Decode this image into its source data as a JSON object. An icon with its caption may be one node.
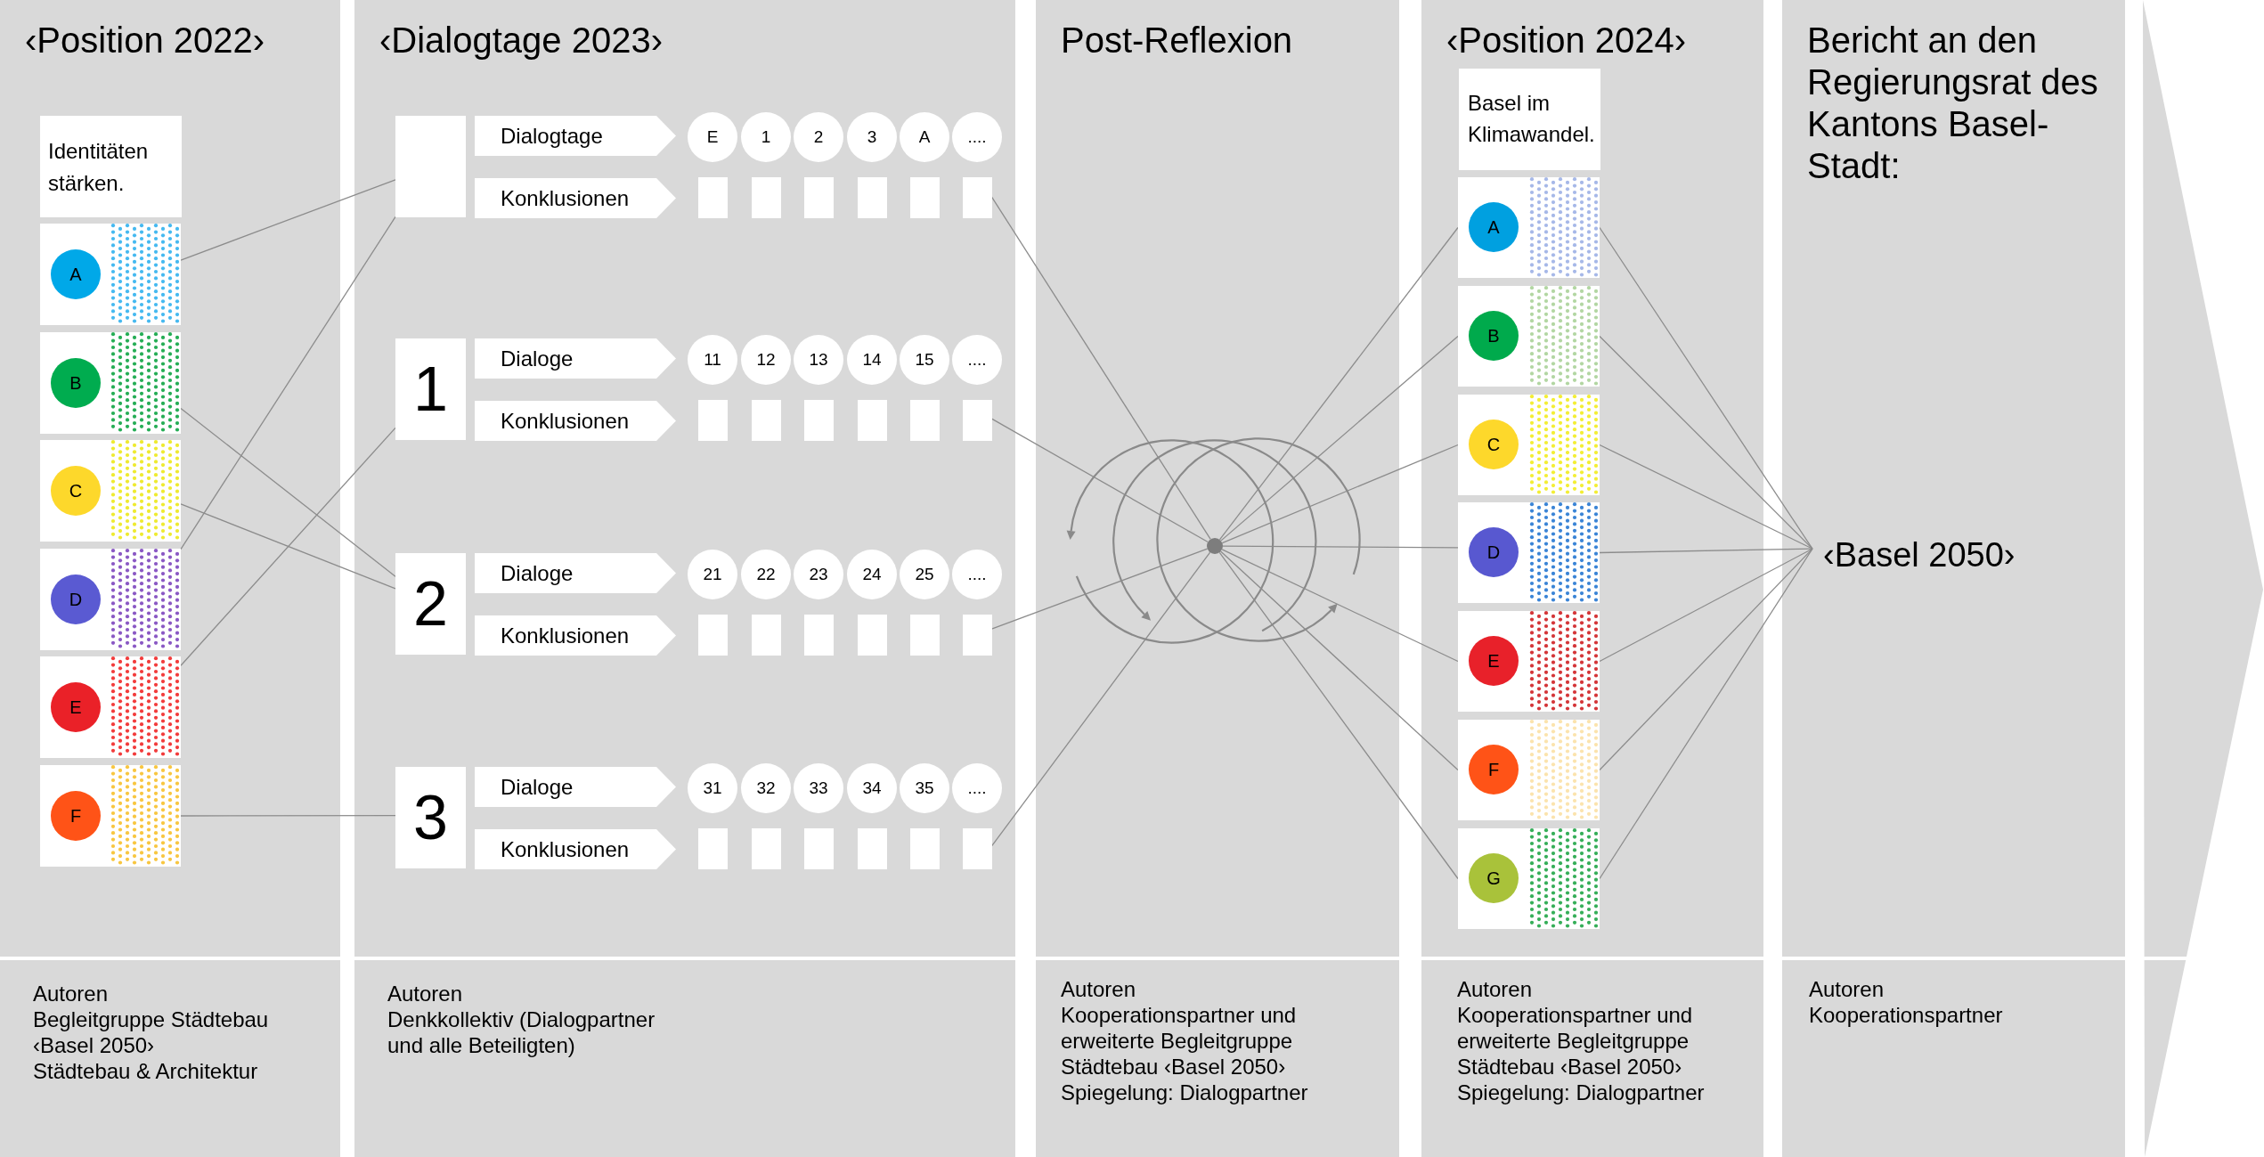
{
  "diagram": {
    "nodes": [
      {
        "text": [
          "‹Position 2022›"
        ]
      },
      {
        "text": [
          "Identitäten stärken."
        ],
        "in": 0
      },
      {
        "text": [],
        "shape": "box",
        "in": 0
      },
      {
        "text": [
          "A"
        ],
        "in": 2
      },
      {
        "text": [],
        "shape": "box",
        "in": 0
      },
      {
        "text": [
          "B"
        ],
        "in": 4
      },
      {
        "text": [],
        "shape": "box",
        "in": 0
      },
      {
        "text": [
          "C"
        ],
        "in": 6
      },
      {
        "text": [],
        "shape": "box",
        "in": 0
      },
      {
        "text": [
          "D"
        ],
        "in": 8
      },
      {
        "text": [],
        "shape": "box",
        "in": 0
      },
      {
        "text": [
          "E"
        ],
        "in": 10
      },
      {
        "text": [],
        "shape": "box",
        "in": 0
      },
      {
        "text": [
          "F"
        ],
        "in": 12
      },
      {
        "text": [
          "‹Dialogtage 2023›"
        ]
      },
      {
        "text": [],
        "shape": "box",
        "in": 14
      },
      {
        "text": [
          "Dialogtage"
        ],
        "in": 14
      },
      {
        "text": [
          "Konklusionen"
        ],
        "in": 14
      },
      {
        "text": [
          "E"
        ],
        "in": 14
      },
      {
        "text": [
          "1"
        ],
        "in": 14
      },
      {
        "text": [
          "2"
        ],
        "in": 14
      },
      {
        "text": [
          "3"
        ],
        "in": 14
      },
      {
        "text": [
          "A"
        ],
        "in": 14
      },
      {
        "text": [
          "...."
        ],
        "in": 14
      },
      {
        "text": [],
        "shape": "box",
        "in": 14
      },
      {
        "text": [],
        "shape": "box",
        "in": 14
      },
      {
        "text": [],
        "shape": "box",
        "in": 14
      },
      {
        "text": [],
        "shape": "box",
        "in": 14
      },
      {
        "text": [],
        "shape": "box",
        "in": 14
      },
      {
        "text": [],
        "shape": "box",
        "in": 14
      },
      {
        "text": [
          "1"
        ],
        "in": 14
      },
      {
        "text": [
          "Dialoge"
        ],
        "in": 14
      },
      {
        "text": [
          "Konklusionen"
        ],
        "in": 14
      },
      {
        "text": [
          "11"
        ],
        "in": 14
      },
      {
        "text": [
          "12"
        ],
        "in": 14
      },
      {
        "text": [
          "13"
        ],
        "in": 14
      },
      {
        "text": [
          "14"
        ],
        "in": 14
      },
      {
        "text": [
          "15"
        ],
        "in": 14
      },
      {
        "text": [
          "...."
        ],
        "in": 14
      },
      {
        "text": [],
        "shape": "box",
        "in": 14
      },
      {
        "text": [],
        "shape": "box",
        "in": 14
      },
      {
        "text": [],
        "shape": "box",
        "in": 14
      },
      {
        "text": [],
        "shape": "box",
        "in": 14
      },
      {
        "text": [],
        "shape": "box",
        "in": 14
      },
      {
        "text": [],
        "shape": "box",
        "in": 14
      },
      {
        "text": [
          "2"
        ],
        "in": 14
      },
      {
        "text": [
          "Dialoge"
        ],
        "in": 14
      },
      {
        "text": [
          "Konklusionen"
        ],
        "in": 14
      },
      {
        "text": [
          "21"
        ],
        "in": 14
      },
      {
        "text": [
          "22"
        ],
        "in": 14
      },
      {
        "text": [
          "23"
        ],
        "in": 14
      },
      {
        "text": [
          "24"
        ],
        "in": 14
      },
      {
        "text": [
          "25"
        ],
        "in": 14
      },
      {
        "text": [
          "...."
        ],
        "in": 14
      },
      {
        "text": [],
        "shape": "box",
        "in": 14
      },
      {
        "text": [],
        "shape": "box",
        "in": 14
      },
      {
        "text": [],
        "shape": "box",
        "in": 14
      },
      {
        "text": [],
        "shape": "box",
        "in": 14
      },
      {
        "text": [],
        "shape": "box",
        "in": 14
      },
      {
        "text": [],
        "shape": "box",
        "in": 14
      },
      {
        "text": [
          "3"
        ],
        "in": 14
      },
      {
        "text": [
          "Dialoge"
        ],
        "in": 14
      },
      {
        "text": [
          "Konklusionen"
        ],
        "in": 14
      },
      {
        "text": [
          "31"
        ],
        "in": 14
      },
      {
        "text": [
          "32"
        ],
        "in": 14
      },
      {
        "text": [
          "33"
        ],
        "in": 14
      },
      {
        "text": [
          "34"
        ],
        "in": 14
      },
      {
        "text": [
          "35"
        ],
        "in": 14
      },
      {
        "text": [
          "...."
        ],
        "in": 14
      },
      {
        "text": [],
        "shape": "box",
        "in": 14
      },
      {
        "text": [],
        "shape": "box",
        "in": 14
      },
      {
        "text": [],
        "shape": "box",
        "in": 14
      },
      {
        "text": [],
        "shape": "box",
        "in": 14
      },
      {
        "text": [],
        "shape": "box",
        "in": 14
      },
      {
        "text": [],
        "shape": "box",
        "in": 14
      },
      {
        "text": [
          "Post-Reflexion"
        ]
      },
      {
        "text": [],
        "shape": "circle",
        "in": 75
      },
      {
        "text": [
          "‹Position 2024›"
        ]
      },
      {
        "text": [
          "Basel im Klimawandel."
        ],
        "in": 77
      },
      {
        "text": [],
        "shape": "box",
        "in": 77
      },
      {
        "text": [
          "A"
        ],
        "in": 79
      },
      {
        "text": [],
        "shape": "box",
        "in": 77
      },
      {
        "text": [
          "B"
        ],
        "in": 81
      },
      {
        "text": [],
        "shape": "box",
        "in": 77
      },
      {
        "text": [
          "C"
        ],
        "in": 83
      },
      {
        "text": [],
        "shape": "box",
        "in": 77
      },
      {
        "text": [
          "D"
        ],
        "in": 85
      },
      {
        "text": [],
        "shape": "box",
        "in": 77
      },
      {
        "text": [
          "E"
        ],
        "in": 87
      },
      {
        "text": [],
        "shape": "box",
        "in": 77
      },
      {
        "text": [
          "F"
        ],
        "in": 89
      },
      {
        "text": [],
        "shape": "box",
        "in": 77
      },
      {
        "text": [
          "G"
        ],
        "in": 91
      },
      {
        "text": [
          "Bericht an den Regierungsrat des Kantons Basel-Stadt:"
        ]
      },
      {
        "text": [
          "‹Basel 2050›"
        ],
        "in": 93
      },
      {
        "text": [
          "Autoren",
          "Begleitgruppe Städtebau ‹Basel 2050›",
          "Städtebau & Architektur"
        ]
      },
      {
        "text": [
          "Autoren",
          "Denkkollektiv (Dialogpartner und alle Beteiligten)"
        ]
      },
      {
        "text": [
          "Autoren",
          "Kooperationspartner und erweiterte Begleitgruppe Städtebau ‹Basel 2050›",
          "Spiegelung: Dialogpartner"
        ]
      },
      {
        "text": [
          "Autoren",
          "Kooperationspartner und erweiterte Begleitgruppe Städtebau ‹Basel 2050›",
          "Spiegelung: Dialogpartner"
        ]
      },
      {
        "text": [
          "Autoren",
          "Kooperationspartner"
        ]
      }
    ],
    "edges": [
      {
        "from": 2,
        "to": 15,
        "arrow": "none"
      },
      {
        "from": 4,
        "to": 45,
        "arrow": "none"
      },
      {
        "from": 6,
        "to": 45,
        "arrow": "none"
      },
      {
        "from": 8,
        "to": 15,
        "arrow": "none"
      },
      {
        "from": 10,
        "to": 30,
        "arrow": "none"
      },
      {
        "from": 12,
        "to": 60,
        "arrow": "none"
      },
      {
        "from": 29,
        "to": 76,
        "arrow": "none"
      },
      {
        "from": 44,
        "to": 76,
        "arrow": "none"
      },
      {
        "from": 59,
        "to": 76,
        "arrow": "none"
      },
      {
        "from": 74,
        "to": 76,
        "arrow": "none"
      },
      {
        "from": 76,
        "to": 79,
        "arrow": "none"
      },
      {
        "from": 76,
        "to": 81,
        "arrow": "none"
      },
      {
        "from": 76,
        "to": 83,
        "arrow": "none"
      },
      {
        "from": 76,
        "to": 85,
        "arrow": "none"
      },
      {
        "from": 76,
        "to": 87,
        "arrow": "none"
      },
      {
        "from": 76,
        "to": 89,
        "arrow": "none"
      },
      {
        "from": 76,
        "to": 91,
        "arrow": "none"
      },
      {
        "from": 79,
        "to": 94,
        "arrow": "none"
      },
      {
        "from": 81,
        "to": 94,
        "arrow": "none"
      },
      {
        "from": 83,
        "to": 94,
        "arrow": "none"
      },
      {
        "from": 85,
        "to": 94,
        "arrow": "none"
      },
      {
        "from": 87,
        "to": 94,
        "arrow": "none"
      },
      {
        "from": 89,
        "to": 94,
        "arrow": "none"
      },
      {
        "from": 91,
        "to": 94,
        "arrow": "none"
      }
    ]
  }
}
